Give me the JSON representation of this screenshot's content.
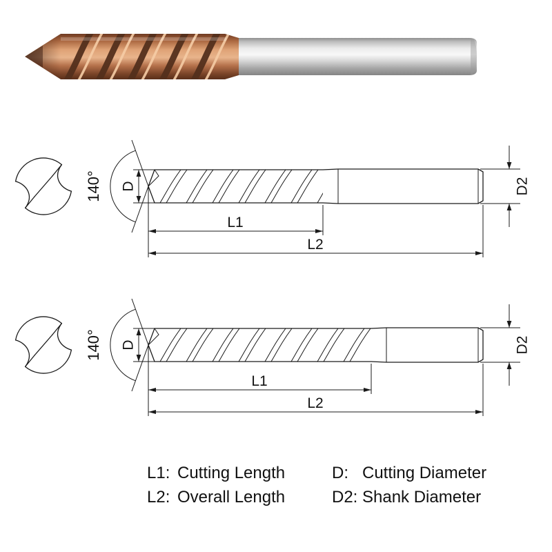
{
  "drawing": {
    "point_angle": "140°",
    "cutting_diameter": "D",
    "shank_diameter": "D2",
    "cutting_length": "L1",
    "overall_length": "L2"
  },
  "legend": {
    "items": [
      {
        "label": "L1:",
        "text": "Cutting Length"
      },
      {
        "label": "D:",
        "text": "Cutting Diameter"
      },
      {
        "label": "L2:",
        "text": "Overall Length"
      },
      {
        "label": "D2:",
        "text": "Shank Diameter"
      }
    ]
  },
  "colors": {
    "flute_copper": "#b5714b",
    "shank_silver": "#d6d6d6",
    "line_black": "#1a1a1a"
  }
}
